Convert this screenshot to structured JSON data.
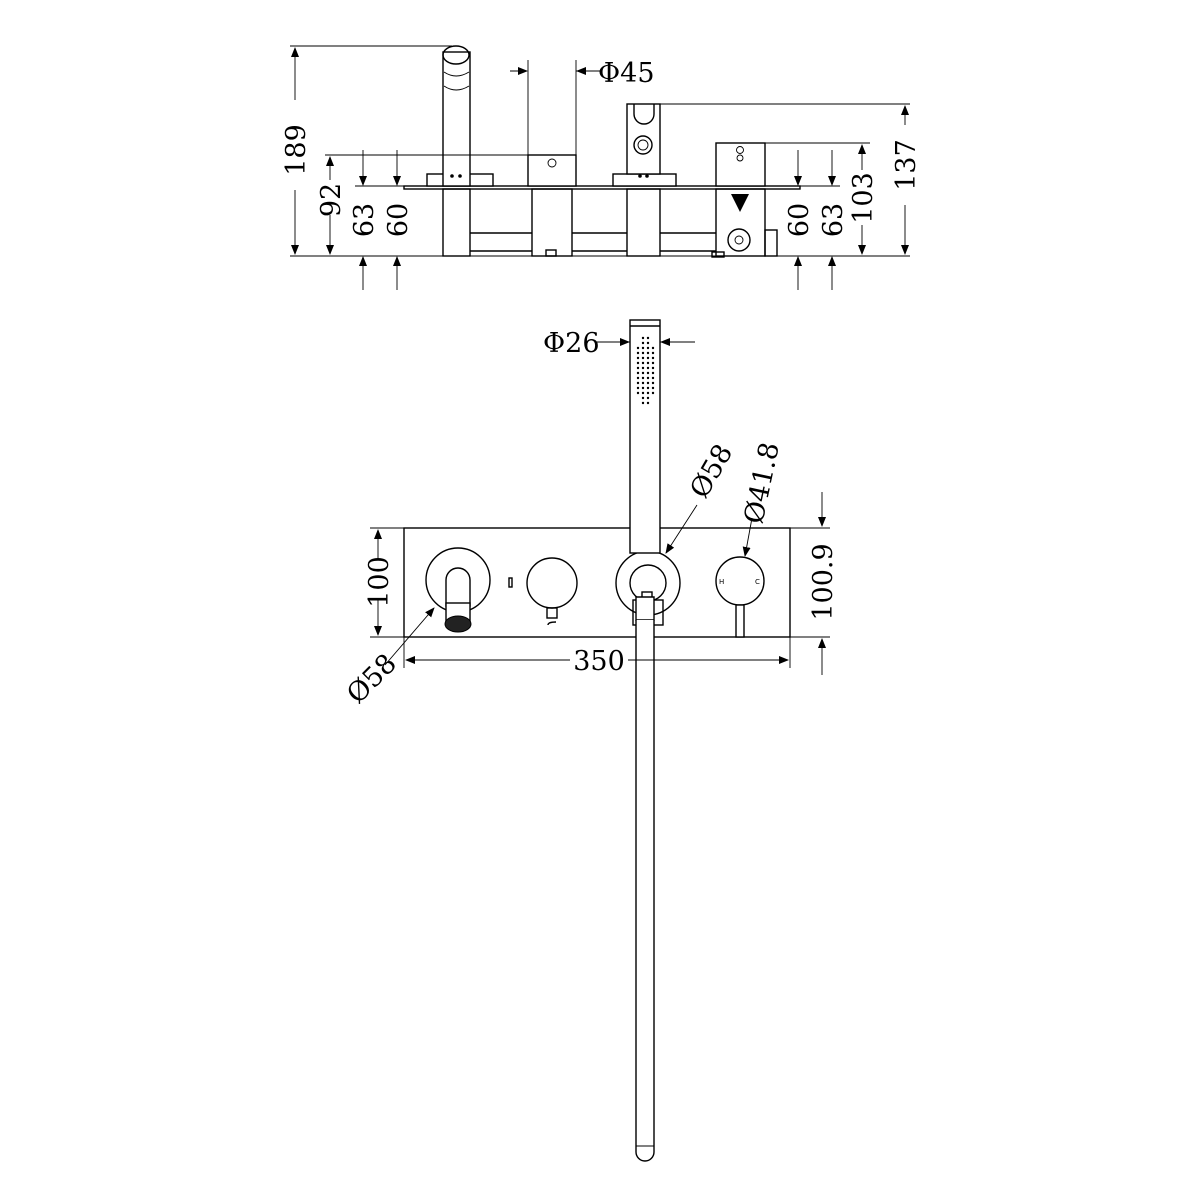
{
  "top_view": {
    "dimensions": {
      "overall_height": "189",
      "left_92": "92",
      "left_63": "63",
      "left_60": "60",
      "valve_diameter": "Φ45",
      "right_60": "60",
      "right_63": "63",
      "right_103": "103",
      "right_137": "137"
    }
  },
  "front_view": {
    "dimensions": {
      "handshower_diameter": "Φ26",
      "holder_diameter": "Ø58",
      "mixer_diameter": "Ø41.8",
      "plate_height_left": "100",
      "plate_height_right": "100.9",
      "plate_width": "350",
      "spout_diameter": "Ø58"
    },
    "mixer_labels": {
      "hot": "H",
      "cold": "C"
    }
  },
  "colors": {
    "line": "#000000",
    "background": "#ffffff"
  }
}
